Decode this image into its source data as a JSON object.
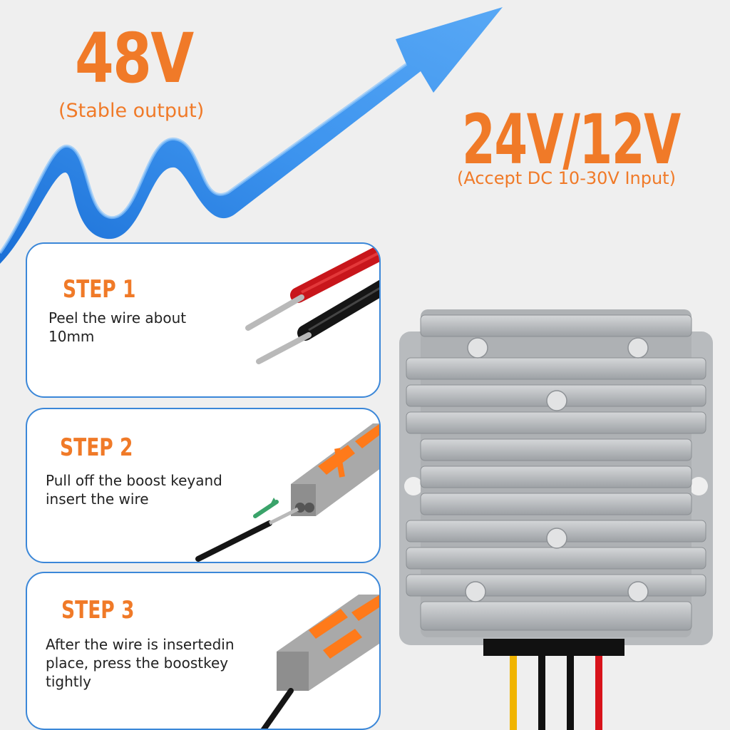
{
  "headline_output": "48V",
  "output_note": "(Stable output)",
  "headline_input": "24V/12V",
  "input_note": "(Accept DC 10-30V Input)",
  "steps": [
    {
      "title": "STEP 1",
      "text": "Peel the wire about 10mm"
    },
    {
      "title": "STEP 2",
      "text": "Pull off the boost keyand insert the wire"
    },
    {
      "title": "STEP 3",
      "text": "After the wire is insertedin place, press the boostkey tightly"
    }
  ],
  "colors": {
    "accent": "#f07a28",
    "arrow": "#2f86e8",
    "card_border": "#3b87d8"
  }
}
